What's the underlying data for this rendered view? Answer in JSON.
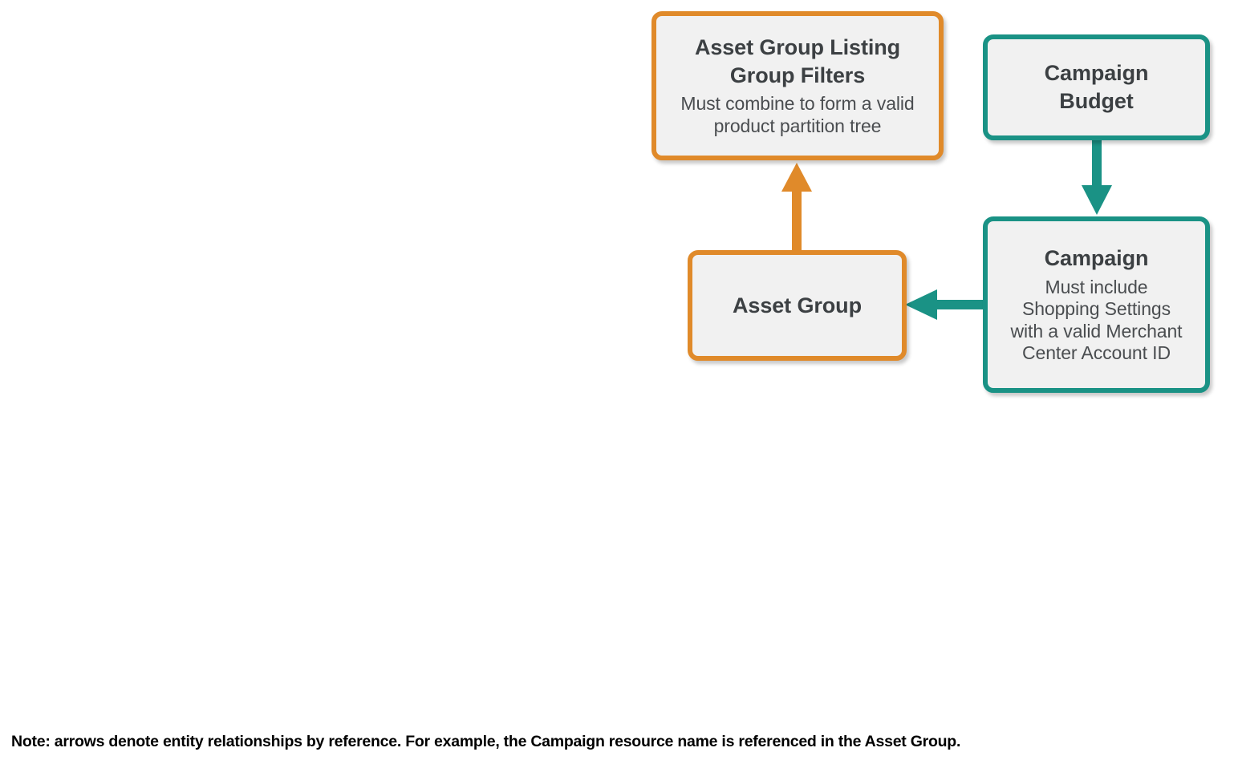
{
  "diagram": {
    "type": "entity-relationship",
    "background_color": "#ffffff",
    "colors": {
      "orange": "#e08a2a",
      "teal": "#1a9285",
      "node_fill": "#f1f1f1",
      "title_text": "#3c4043",
      "subtitle_text": "#4a4d50",
      "note_text": "#000000"
    },
    "nodes": [
      {
        "id": "asset-group-listing-group-filters",
        "title": "Asset Group Listing\nGroup Filters",
        "subtitle": "Must combine to form a valid\nproduct partition tree",
        "accent": "orange"
      },
      {
        "id": "campaign-budget",
        "title": "Campaign\nBudget",
        "subtitle": "",
        "accent": "teal"
      },
      {
        "id": "asset-group",
        "title": "Asset Group",
        "subtitle": "",
        "accent": "orange"
      },
      {
        "id": "campaign",
        "title": "Campaign",
        "subtitle": "Must include\nShopping Settings\nwith a valid Merchant\nCenter Account ID",
        "accent": "teal"
      }
    ],
    "edges": [
      {
        "id": "asset-group-to-filters",
        "from": "asset-group",
        "to": "asset-group-listing-group-filters",
        "direction": "up",
        "color": "orange"
      },
      {
        "id": "campaign-budget-to-campaign",
        "from": "campaign-budget",
        "to": "campaign",
        "direction": "down",
        "color": "teal"
      },
      {
        "id": "campaign-to-asset-group",
        "from": "campaign",
        "to": "asset-group",
        "direction": "left",
        "color": "teal"
      }
    ],
    "note": "Note: arrows denote entity relationships by reference. For example, the Campaign resource name is referenced in the Asset Group."
  }
}
